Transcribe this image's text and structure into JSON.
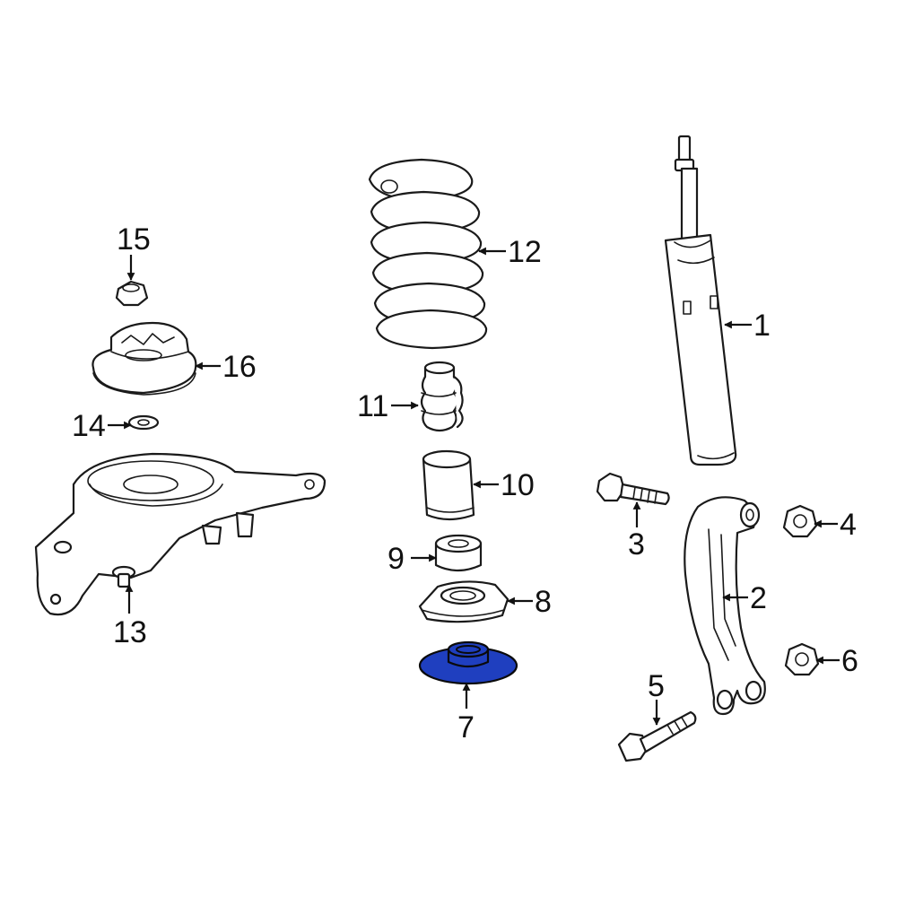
{
  "callouts": {
    "c1": "1",
    "c2": "2",
    "c3": "3",
    "c4": "4",
    "c5": "5",
    "c6": "6",
    "c7": "7",
    "c8": "8",
    "c9": "9",
    "c10": "10",
    "c11": "11",
    "c12": "12",
    "c13": "13",
    "c14": "14",
    "c15": "15",
    "c16": "16"
  },
  "highlight": {
    "part": "7",
    "color": "#1f3fbf"
  }
}
